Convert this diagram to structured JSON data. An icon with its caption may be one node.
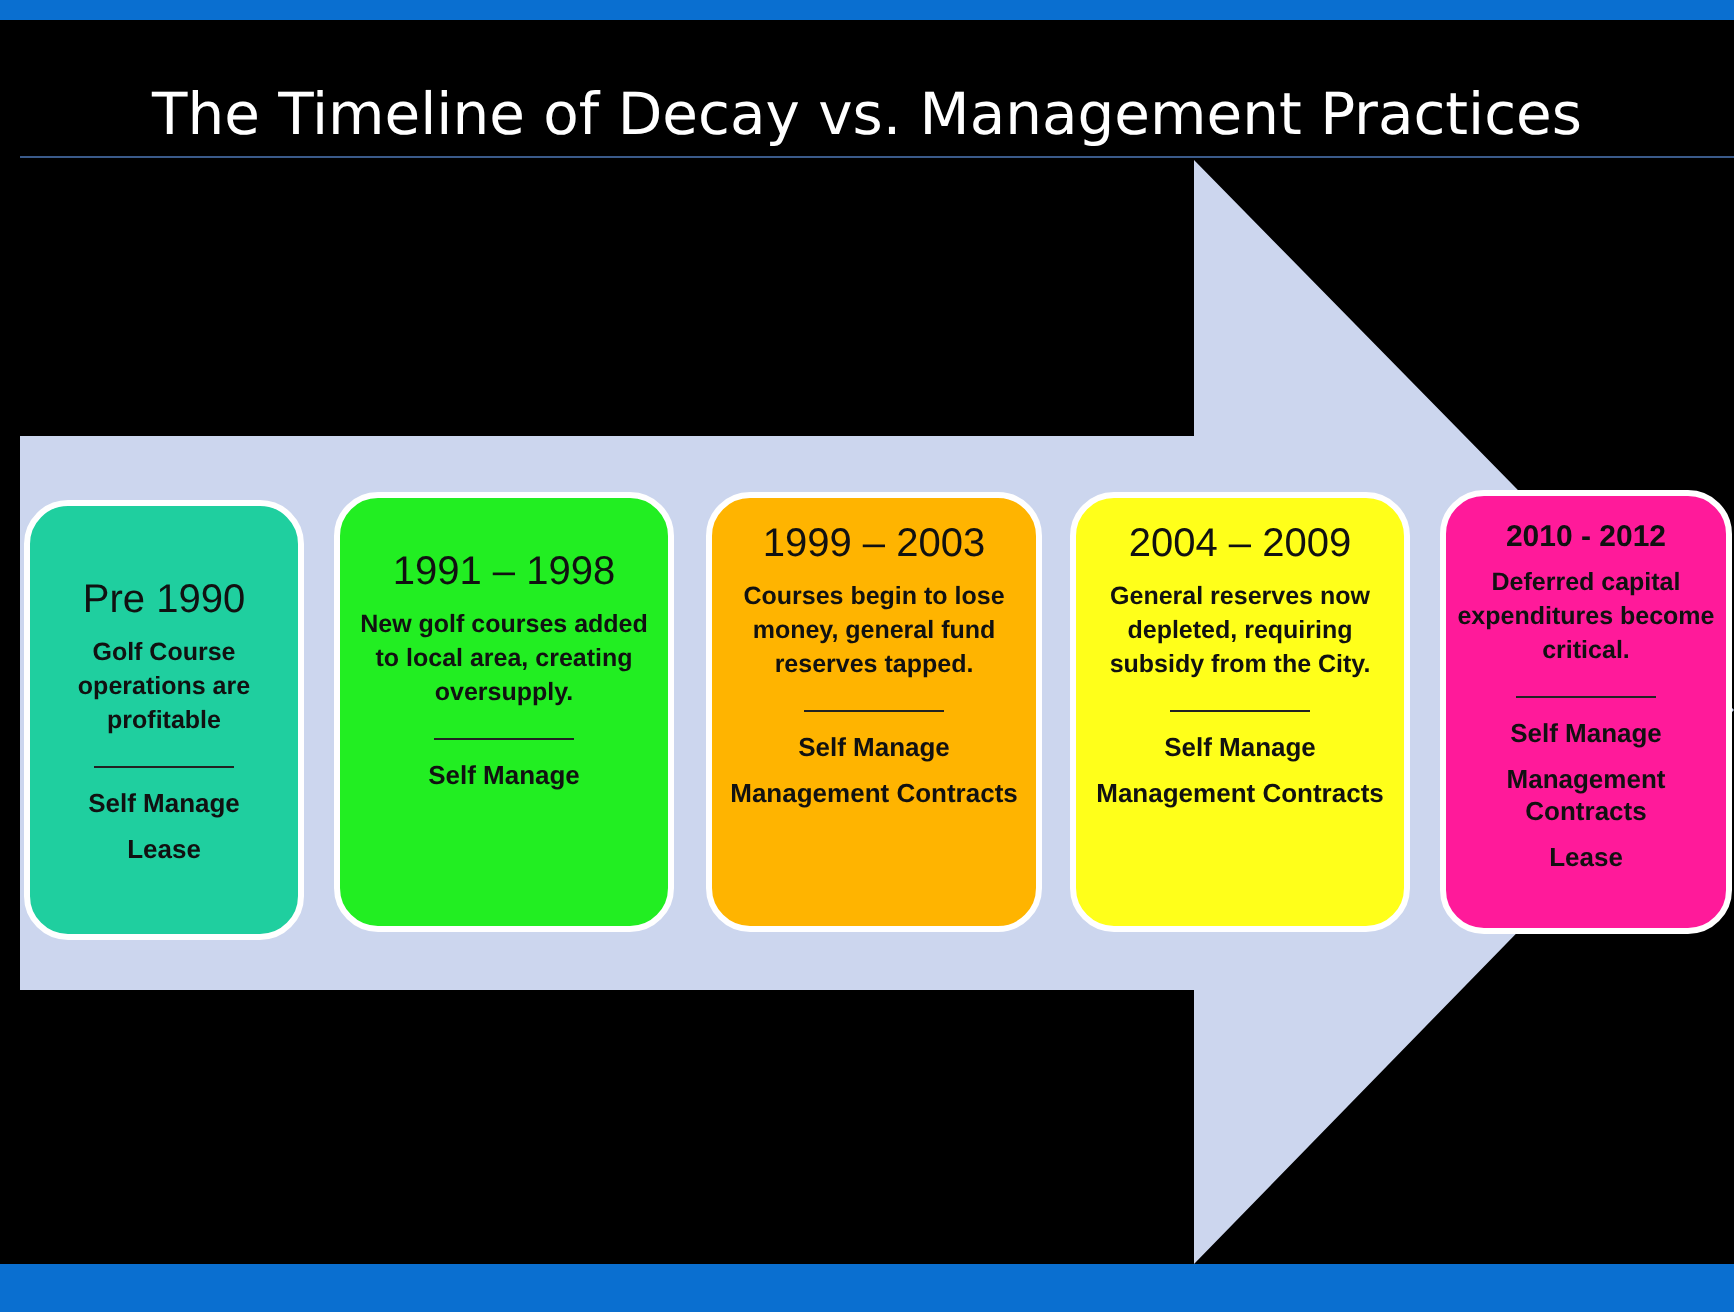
{
  "diagram": {
    "title": "The Timeline of Decay vs. Management Practices",
    "nodes": [
      {
        "text": [
          "Pre 1990",
          "Golf Course operations are profitable",
          "Self Manage",
          "Lease"
        ]
      },
      {
        "text": [
          "1991 – 1998",
          "New golf courses added to local area, creating oversupply.",
          "Self Manage"
        ]
      },
      {
        "text": [
          "1999 – 2003",
          "Courses begin to lose money, general fund reserves tapped.",
          "Self Manage",
          "Management Contracts"
        ]
      },
      {
        "text": [
          "2004 – 2009",
          "General reserves now depleted, requiring subsidy from the City.",
          "Self Manage",
          "Management Contracts"
        ]
      },
      {
        "text": [
          "2010 - 2012",
          "Deferred capital expenditures become critical.",
          "Self Manage",
          "Management Contracts",
          "Lease"
        ]
      }
    ],
    "edges": [
      {
        "from": 0,
        "to": 4,
        "arrow": "to"
      }
    ]
  }
}
